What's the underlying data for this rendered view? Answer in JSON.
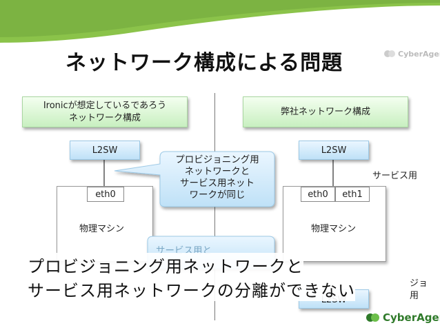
{
  "title": "ネットワーク構成による問題",
  "left_heading": [
    "Ironicが想定しているであろう",
    "ネットワーク構成"
  ],
  "right_heading": "弊社ネットワーク構成",
  "left_switch": "L2SW",
  "right_switch": "L2SW",
  "right_switch_bottom": "L2SW",
  "left_machine_label": "物理マシン",
  "right_machine_label": "物理マシン",
  "left_nic": "eth0",
  "right_nics": [
    "eth0",
    "eth1"
  ],
  "service_label": "サービス用",
  "callout_top": [
    "プロビジョニング用",
    "ネットワークと",
    "サービス用ネット",
    "ワークが同じ"
  ],
  "callout_bottom": "サービス用と",
  "side_fragment": [
    "ジョ",
    "用"
  ],
  "caption": [
    "プロビジョニング用ネットワークと",
    "サービス用ネットワークの分離ができない"
  ],
  "brand": "CyberAgent",
  "colors": {
    "header_green": "#8bc34a",
    "box_blue": "#bfe1f7",
    "box_green": "#c8efc0",
    "logo_green": "#2f7a2a"
  }
}
